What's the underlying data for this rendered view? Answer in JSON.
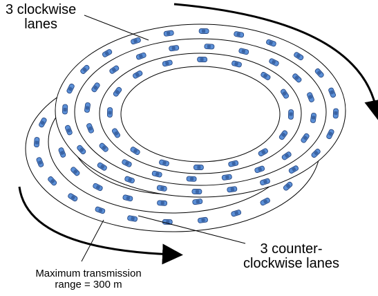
{
  "labels": {
    "clockwise_line1": "3 clockwise",
    "clockwise_line2": "lanes",
    "counter_line1": "3  counter-",
    "counter_line2": "clockwise lanes",
    "range_line1": "Maximum transmission",
    "range_line2": "range = 300 m"
  },
  "colors": {
    "ring_stroke": "#000000",
    "car_fill": "#5b8fd6",
    "car_dark": "#1f3f7a",
    "arrow": "#000000",
    "background": "#ffffff"
  },
  "rings": {
    "clockwise_lanes": 3,
    "counter_clockwise_lanes": 3
  }
}
